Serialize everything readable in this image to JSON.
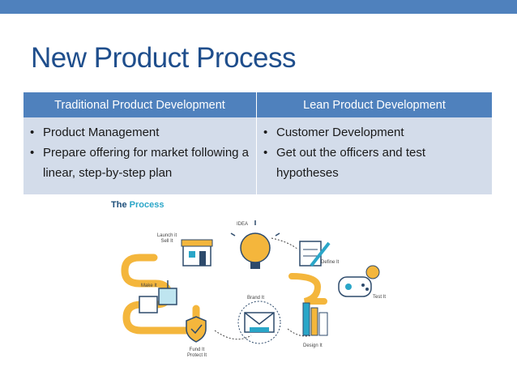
{
  "slide": {
    "title": "New Product Process"
  },
  "table": {
    "headers": [
      "Traditional Product Development",
      "Lean Product Development"
    ],
    "left_items": [
      "Product Management",
      "Prepare offering for market following a linear, step-by-step plan"
    ],
    "right_items": [
      "Customer Development",
      "Get out the officers and test hypotheses"
    ]
  },
  "process_graphic": {
    "title_prefix": "The ",
    "title_main": "Process",
    "labels": {
      "idea": "IDEA",
      "launch": "Launch it\nSell It",
      "define": "Define It",
      "make": "Make It",
      "brand": "Brand It",
      "test": "Test It",
      "fund": "Fund It\nProtect It",
      "design": "Design It"
    }
  },
  "colors": {
    "accent_bar": "#4f81bd",
    "title": "#1f4e8c",
    "table_body": "#d3dcea",
    "path_yellow": "#f4b63c"
  }
}
